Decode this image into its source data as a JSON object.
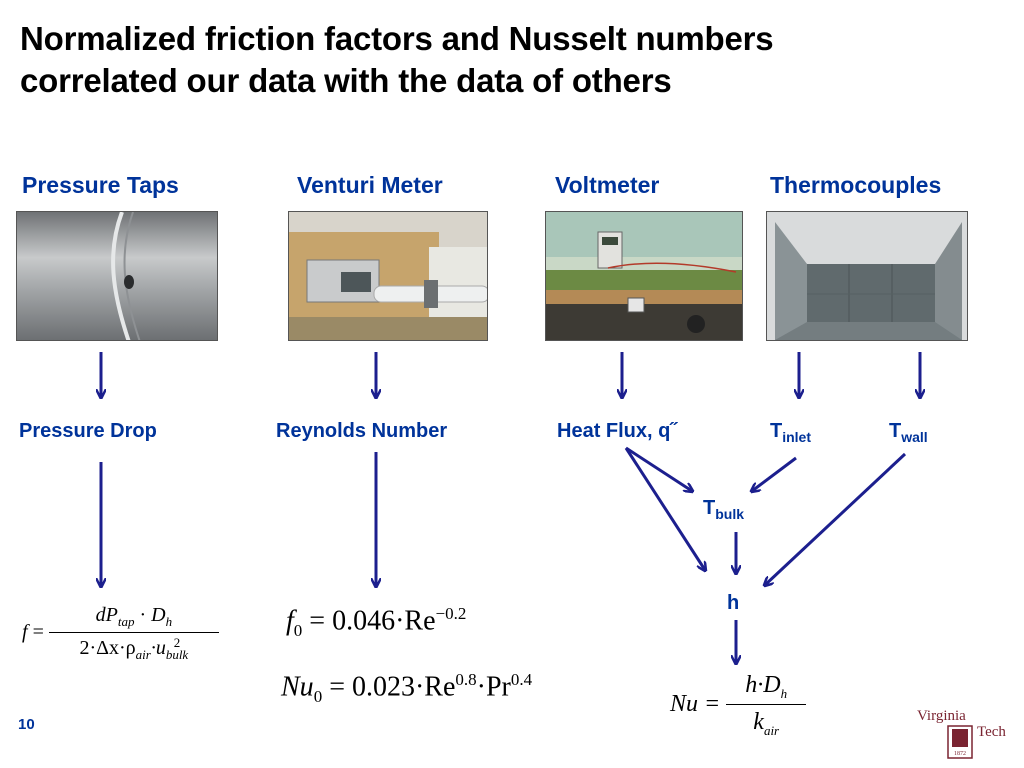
{
  "title": {
    "line1": "Normalized friction factors and Nusselt numbers",
    "line2": "correlated our data with the data of others"
  },
  "columns": [
    {
      "heading": "Pressure Taps"
    },
    {
      "heading": "Venturi Meter"
    },
    {
      "heading": "Voltmeter"
    },
    {
      "heading": "Thermocouples"
    }
  ],
  "measures": {
    "pressure_drop": "Pressure Drop",
    "reynolds": "Reynolds Number",
    "heat_flux": "Heat Flux, q˝",
    "t_inlet": {
      "base": "T",
      "sub": "inlet"
    },
    "t_wall": {
      "base": "T",
      "sub": "wall"
    },
    "t_bulk": {
      "base": "T",
      "sub": "bulk"
    },
    "h": "h"
  },
  "equations": {
    "friction": {
      "lhs": "f",
      "num_dp": "dP",
      "num_dp_sub": "tap",
      "num_dot": "·",
      "num_d": "D",
      "num_d_sub": "h",
      "den": "2·Δx·ρ",
      "den_rho_sub": "air",
      "den_u": "·u",
      "den_u_sup": "2",
      "den_u_sub": "bulk"
    },
    "f0": {
      "lhs": "f",
      "lhs_sub": "0",
      "rhs": "= 0.046·Re",
      "sup": "−0.2"
    },
    "nu0": {
      "lhs": "Nu",
      "lhs_sub": "0",
      "rhs1": "= 0.023·Re",
      "sup1": "0.8",
      "rhs2": "·Pr",
      "sup2": "0.4"
    },
    "nu": {
      "lhs": "Nu =",
      "num_h": "h·D",
      "num_sub": "h",
      "den_k": "k",
      "den_sub": "air"
    }
  },
  "footer": {
    "page_number": "10"
  },
  "logo": {
    "top": "Virginia",
    "bottom": "Tech",
    "year": "1872"
  },
  "colors": {
    "accent": "#00339a",
    "arrow": "#1c1f8e",
    "logo": "#7a2431"
  }
}
